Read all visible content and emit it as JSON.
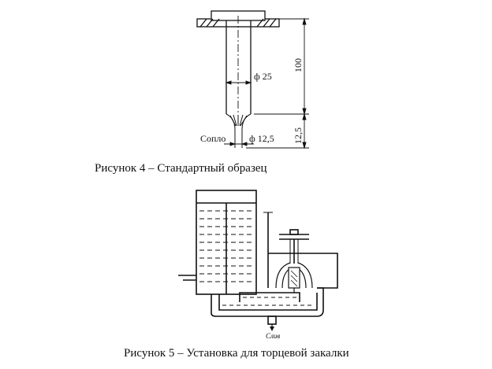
{
  "figure4": {
    "caption": "Рисунок 4 – Стандартный образец",
    "dim_length": "100",
    "dim_tip": "12,5",
    "dim_diameter": "ф 25",
    "dim_nozzle_diameter": "ф 12,5",
    "nozzle_label": "Сопло"
  },
  "figure5": {
    "caption": "Рисунок 5 – Установка для торцевой закалки",
    "drain_label": "Слив"
  }
}
